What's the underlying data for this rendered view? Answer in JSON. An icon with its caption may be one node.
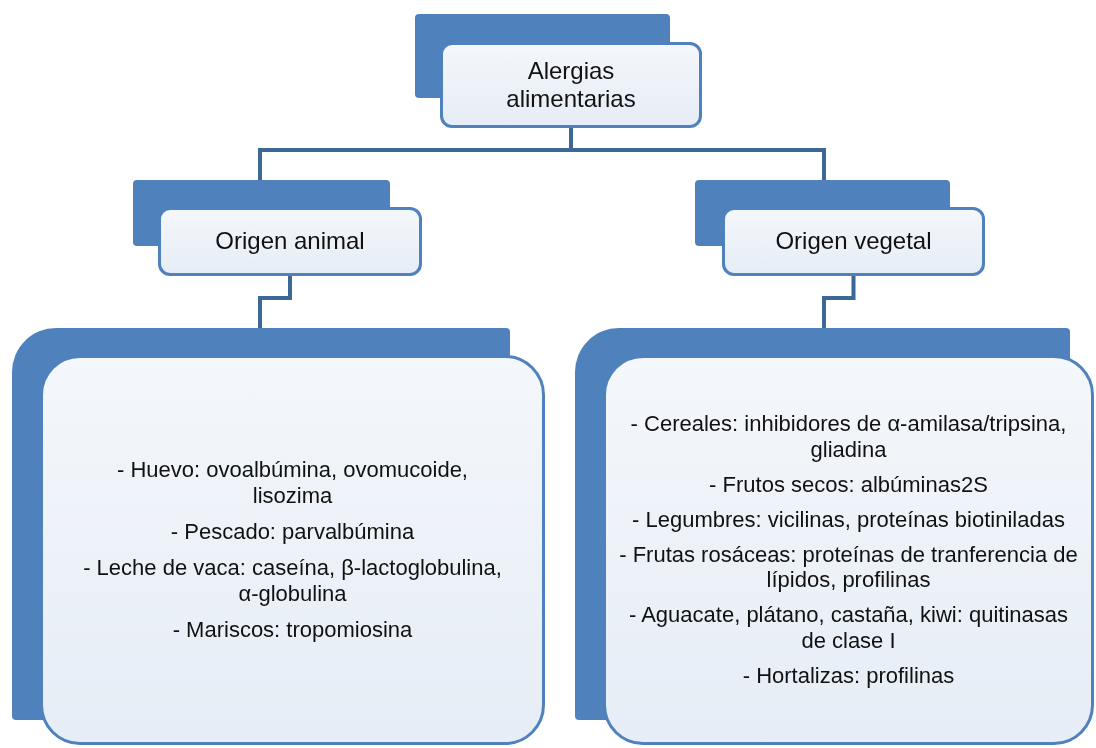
{
  "diagram": {
    "nodes": [
      {
        "text": [
          "Alergias alimentarias"
        ]
      },
      {
        "text": [
          "Origen animal"
        ]
      },
      {
        "text": [
          "Origen vegetal"
        ]
      },
      {
        "text": [
          "- Huevo: ovoalbúmina, ovomucoide, lisozima",
          "- Pescado: parvalbúmina",
          "- Leche de vaca: caseína, β-lactoglobulina, α-globulina",
          "- Mariscos: tropomiosina"
        ]
      },
      {
        "text": [
          "- Cereales: inhibidores de α-amilasa/tripsina, gliadina",
          "- Frutos secos: albúminas2S",
          "- Legumbres: vicilinas, proteínas biotiniladas",
          "- Frutas rosáceas: proteínas de tranferencia de lípidos, profilinas",
          "- Aguacate, plátano, castaña, kiwi: quitinasas de clase I",
          "- Hortalizas: profilinas"
        ]
      }
    ],
    "edges": [
      {
        "from": 0,
        "to": 1,
        "arrow": "none"
      },
      {
        "from": 0,
        "to": 2,
        "arrow": "none"
      },
      {
        "from": 1,
        "to": 3,
        "arrow": "none"
      },
      {
        "from": 2,
        "to": 4,
        "arrow": "none"
      }
    ]
  }
}
